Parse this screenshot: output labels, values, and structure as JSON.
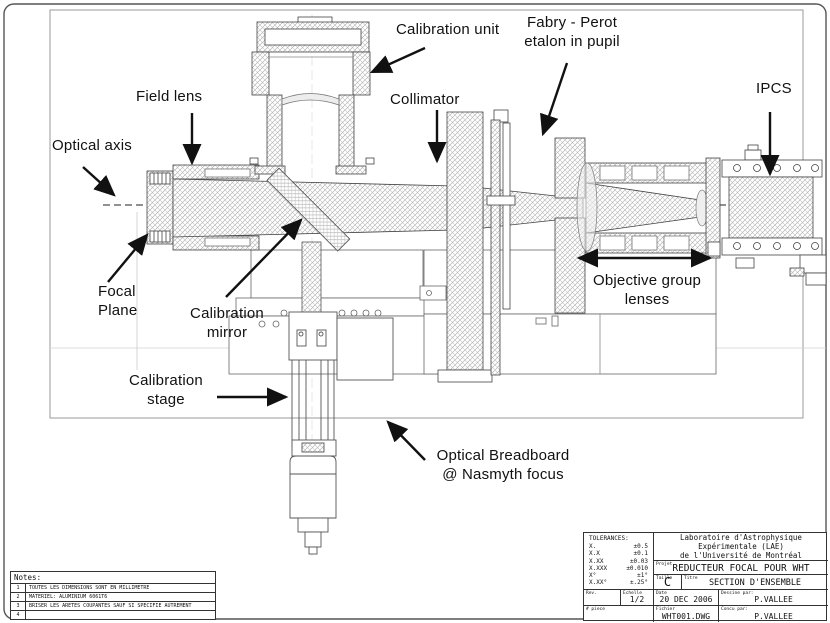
{
  "sheet": {
    "bg": "#ffffff",
    "line": "#444444",
    "hatch": "#aaaaaa",
    "accent": "#111111"
  },
  "labels": {
    "calibration_unit": "Calibration unit",
    "fabry_perot_l1": "Fabry - Perot",
    "fabry_perot_l2": "etalon in pupil",
    "field_lens": "Field lens",
    "collimator": "Collimator",
    "ipcs": "IPCS",
    "optical_axis": "Optical axis",
    "focal_plane_l1": "Focal",
    "focal_plane_l2": "Plane",
    "calibration_mirror_l1": "Calibration",
    "calibration_mirror_l2": "mirror",
    "calibration_stage_l1": "Calibration",
    "calibration_stage_l2": "stage",
    "objective_group_l1": "Objective group",
    "objective_group_l2": "lenses",
    "breadboard_l1": "Optical Breadboard",
    "breadboard_l2": "@ Nasmyth focus"
  },
  "notes": {
    "title": "Notes:",
    "rows": [
      {
        "num": "1",
        "text": "TOUTES LES DIMENSIONS SONT EN MILLIMETRE"
      },
      {
        "num": "2",
        "text": "MATERIEL: ALUMINIUM 6061T6"
      },
      {
        "num": "3",
        "text": "BRISER LES ARETES COUPANTES SAUF SI SPECIFIE AUTREMENT"
      },
      {
        "num": "4",
        "text": ""
      }
    ]
  },
  "title_block": {
    "tolerances_title": "TOLERANCES:",
    "tolerances": [
      {
        "dim": "X.",
        "tol": "±0.5"
      },
      {
        "dim": "X.X",
        "tol": "±0.1"
      },
      {
        "dim": "X.XX",
        "tol": "±0.03"
      },
      {
        "dim": "X.XXX",
        "tol": "±0.010"
      },
      {
        "dim": "X°",
        "tol": "±1°"
      },
      {
        "dim": "X.XX°",
        "tol": "±.25°"
      }
    ],
    "org_l1": "Laboratoire d'Astrophysique",
    "org_l2": "Expérimentale (LAE)",
    "org_l3": "de l'Université de Montréal",
    "project_label": "Projet",
    "project": "REDUCTEUR FOCAL POUR WHT",
    "size_label": "Taille",
    "size": "C",
    "title_label": "Titre",
    "title": "SECTION D'ENSEMBLE",
    "rev_label": "Rev.",
    "scale_label": "Echelle",
    "scale": "1/2",
    "date_label": "Date",
    "date": "20 DEC 2006",
    "drawn_label": "Dessine par:",
    "drawn": "P.VALLEE",
    "part_label": "# piece",
    "file_label": "Fichier",
    "file": "WHT001.DWG",
    "designed_label": "Concu par:",
    "designed": "P.VALLEE"
  }
}
